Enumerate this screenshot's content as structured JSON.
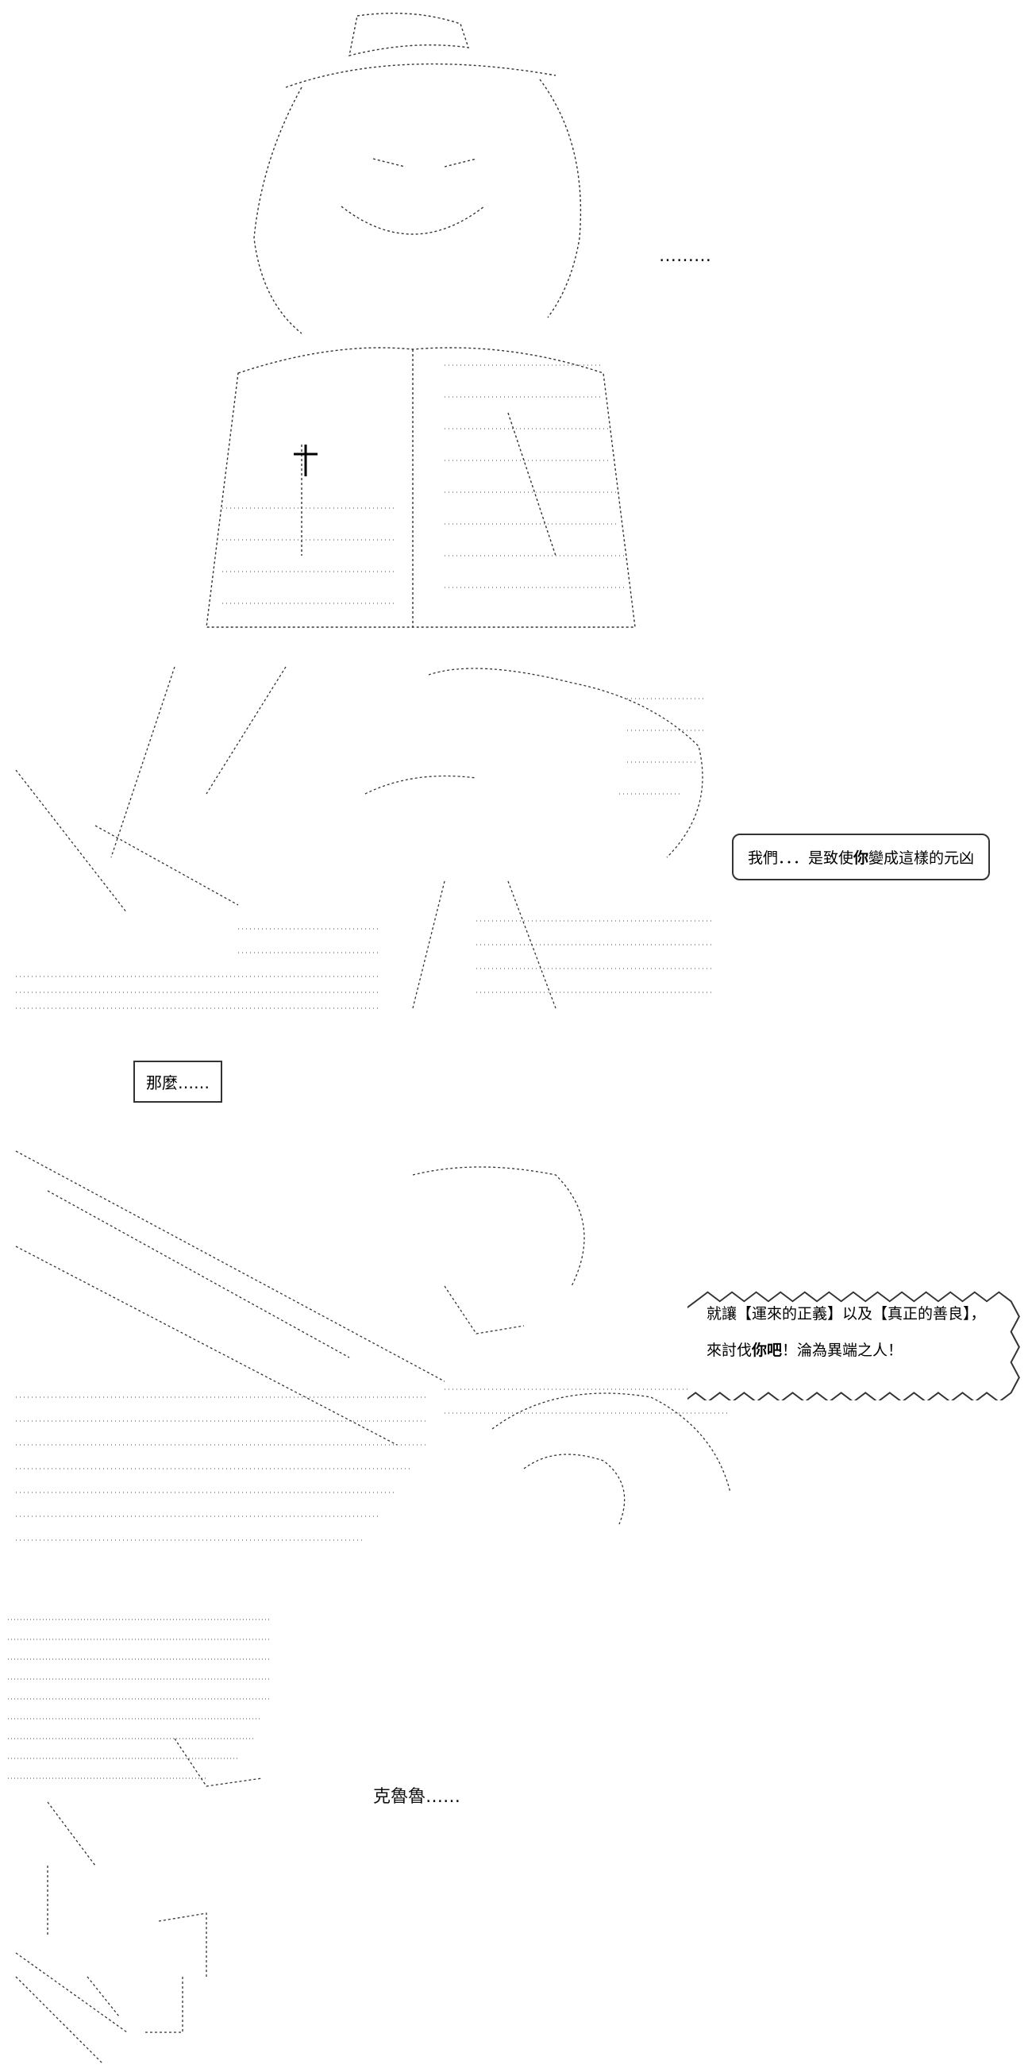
{
  "panel1": {
    "caption": "………"
  },
  "panel2": {
    "bubble_prefix": "我們．．．是致使",
    "bubble_emph": "你",
    "bubble_suffix": "變成這樣的元凶"
  },
  "panel3": {
    "box_text": "那麼……"
  },
  "panel4": {
    "line1": "就讓【運來的正義】以及【真正的善良】，",
    "line2_prefix": "來討伐",
    "line2_emph": "你吧",
    "line2_suffix": "！淪為異端之人！"
  },
  "panel5": {
    "caption": "克魯魯……"
  }
}
